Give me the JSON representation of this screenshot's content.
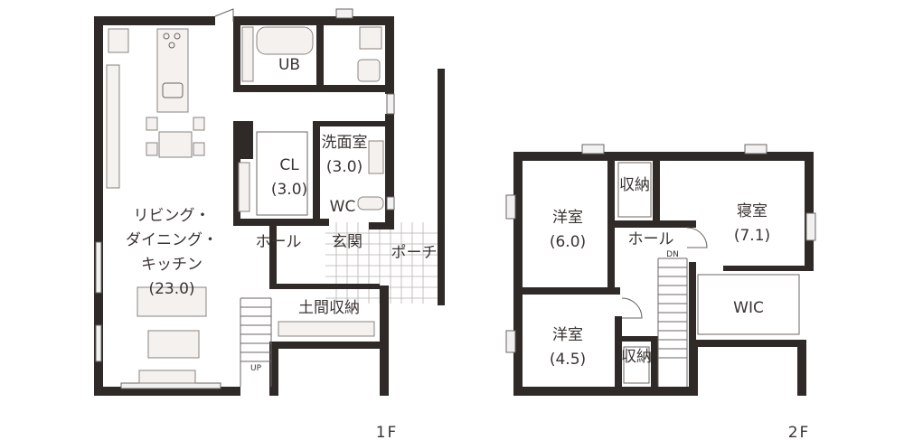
{
  "floor1": {
    "title": "1F",
    "rooms": {
      "ub": "UB",
      "senmen_1": "洗面室",
      "senmen_2": "(3.0)",
      "cl_1": "CL",
      "cl_2": "(3.0)",
      "wc": "WC",
      "ldk_1": "リビング・",
      "ldk_2": "ダイニング・",
      "ldk_3": "キッチン",
      "ldk_4": "(23.0)",
      "hall": "ホール",
      "genkan": "玄関",
      "porch": "ポーチ",
      "doma": "土間収納"
    },
    "stair_label": "UP"
  },
  "floor2": {
    "title": "2F",
    "rooms": {
      "yoshitsu1_1": "洋室",
      "yoshitsu1_2": "(6.0)",
      "shuno1": "収納",
      "shinshitsu_1": "寝室",
      "shinshitsu_2": "(7.1)",
      "hall": "ホール",
      "wic": "WIC",
      "yoshitsu2_1": "洋室",
      "yoshitsu2_2": "(4.5)",
      "shuno2": "収納"
    },
    "stair_label": "DN"
  }
}
